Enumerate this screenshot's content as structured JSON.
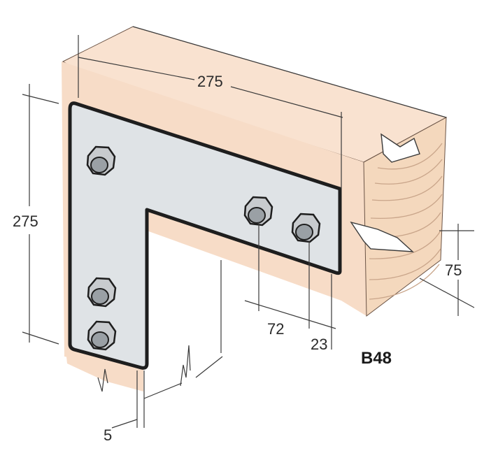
{
  "product_code": "B48",
  "dimensions": {
    "width_top": "275",
    "height_left": "275",
    "timber_height": "75",
    "bolt_spacing": "72",
    "edge_offset": "23",
    "thickness": "5"
  },
  "colors": {
    "timber_face": "#f7dcc7",
    "timber_end": "#f4d8bd",
    "grain": "#c9a58a",
    "plate": "#dfe3e6",
    "plate_edge": "#1e1e1e",
    "bolt": "#c8cbce",
    "dim_line": "#3a3a3a"
  }
}
